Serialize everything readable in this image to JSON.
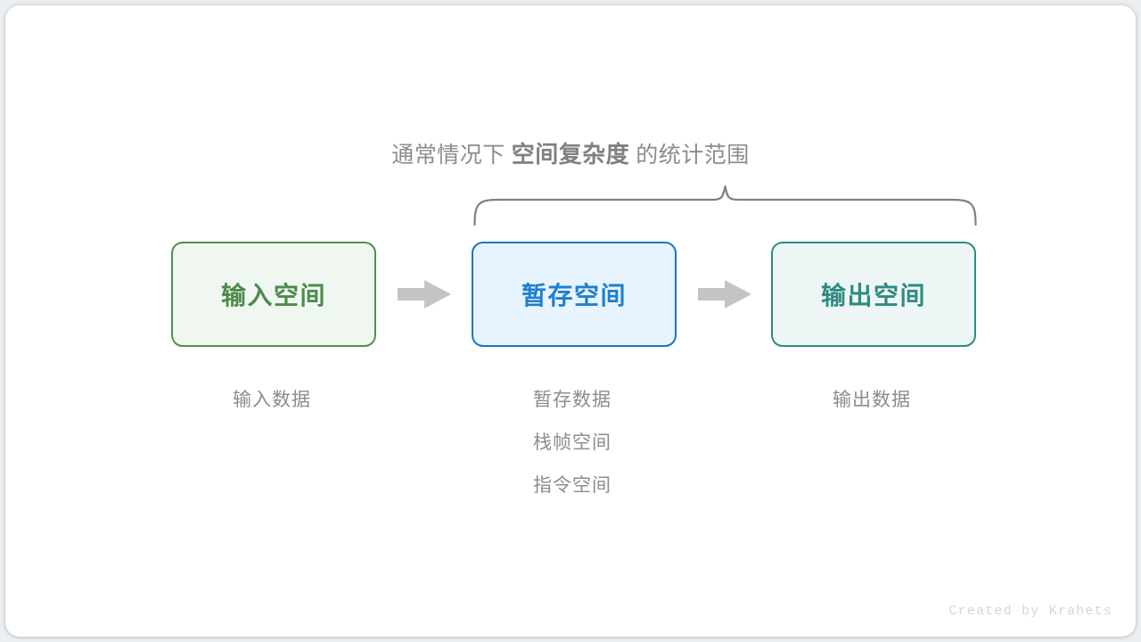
{
  "diagram": {
    "title_prefix": "通常情况下",
    "title_strong": "空间复杂度",
    "title_suffix": "的统计范围",
    "brace_label": "空间复杂度统计范围括号",
    "stages": [
      {
        "id": "input",
        "box_label": "输入空间",
        "border_color": "#4f8f4f",
        "fill_color": "#f0f7f0",
        "text_color": "#4c8b4c",
        "notes": [
          "输入数据"
        ]
      },
      {
        "id": "temp",
        "box_label": "暂存空间",
        "border_color": "#1476c6",
        "fill_color": "#e8f4fd",
        "text_color": "#1f80cf",
        "notes": [
          "暂存数据",
          "栈帧空间",
          "指令空间"
        ]
      },
      {
        "id": "output",
        "box_label": "输出空间",
        "border_color": "#2e8b84",
        "fill_color": "#edf6f4",
        "text_color": "#2f8b82",
        "notes": [
          "输出数据"
        ]
      }
    ],
    "arrows": [
      {
        "id": "arrow-1",
        "from": "input",
        "to": "temp",
        "color": "#c4c4c4"
      },
      {
        "id": "arrow-2",
        "from": "temp",
        "to": "output",
        "color": "#c4c4c4"
      }
    ],
    "credit": "Created by Krahets",
    "colors": {
      "canvas": "#ffffff",
      "page_background": "#eceff1",
      "muted_text": "#8c8c8c",
      "brace_stroke": "#808080",
      "credit_text": "#d6d6d6"
    }
  }
}
